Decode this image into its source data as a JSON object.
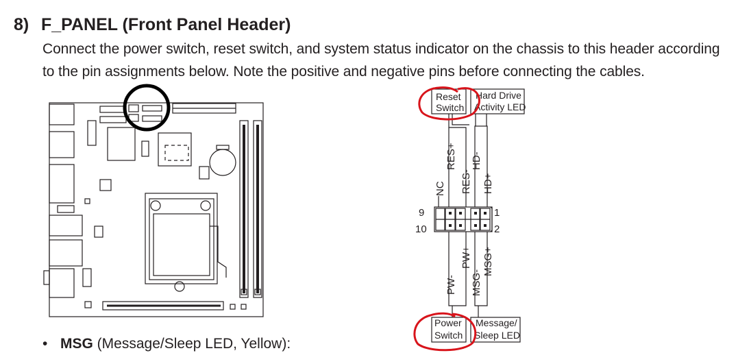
{
  "section": {
    "number": "8)",
    "title": "F_PANEL (Front Panel Header)",
    "description_line1": "Connect the power switch, reset switch, and system status indicator on the chassis to this header according",
    "description_line2": "to the pin assignments below. Note the positive and negative pins before connecting the cables."
  },
  "diagram": {
    "top_left_box": [
      "Reset",
      "Switch"
    ],
    "top_right_box": [
      "Hard Drive",
      "Activity LED"
    ],
    "bottom_left_box": [
      "Power",
      "Switch"
    ],
    "bottom_right_box": [
      "Message/",
      "Sleep LED"
    ],
    "top_pins": [
      "NC",
      "RES+",
      "RES-",
      "HD-",
      "HD+"
    ],
    "bottom_pins": [
      "PW-",
      "PW+",
      "MSG-",
      "MSG+"
    ],
    "pin_numbers": {
      "left_top": "9",
      "left_bottom": "10",
      "right_top": "1",
      "right_bottom": "2"
    },
    "highlight_color": "#d8141b"
  },
  "bullet": {
    "symbol": "•",
    "term": "MSG",
    "text": " (Message/Sleep LED, Yellow):"
  }
}
